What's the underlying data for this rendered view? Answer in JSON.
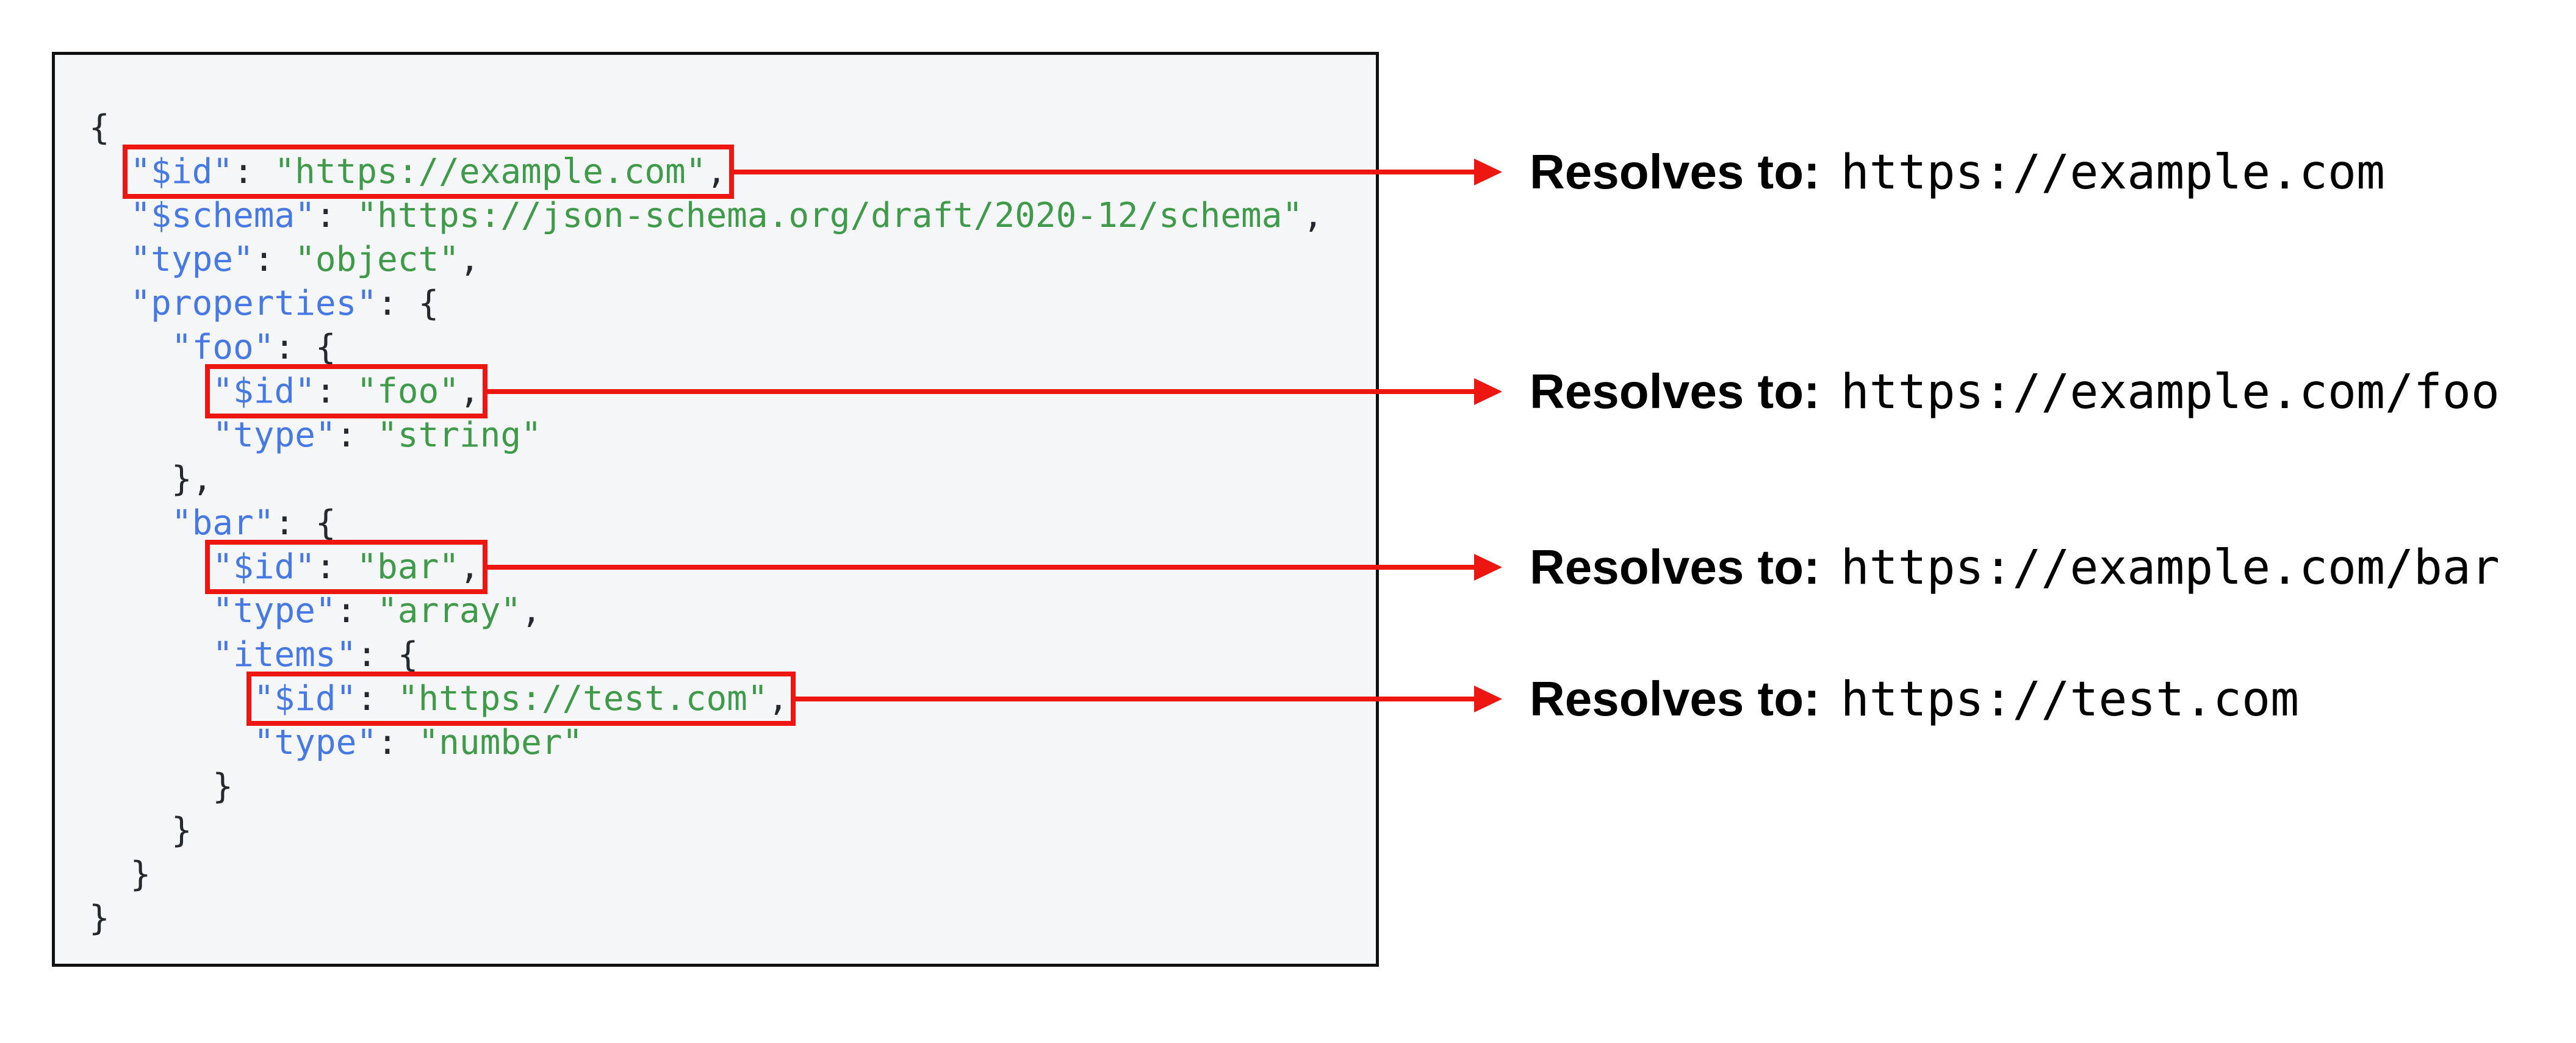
{
  "colors": {
    "key": "#4678e6",
    "string": "#3f9a4a",
    "punct": "#24292f",
    "red": "#ee1611",
    "panel_bg": "#f5f6f8",
    "panel_border": "#111111",
    "canvas_bg": "#ffffff",
    "label": "#000000"
  },
  "code_block": {
    "language": "json",
    "lines": [
      {
        "indent": 0,
        "boxed": false,
        "tokens": [
          {
            "c": "p",
            "v": "{"
          }
        ]
      },
      {
        "indent": 2,
        "boxed": true,
        "tokens": [
          {
            "c": "k",
            "v": "\"$id\""
          },
          {
            "c": "p",
            "v": ": "
          },
          {
            "c": "s",
            "v": "\"https://example.com\""
          },
          {
            "c": "p",
            "v": ","
          }
        ]
      },
      {
        "indent": 2,
        "boxed": false,
        "tokens": [
          {
            "c": "k",
            "v": "\"$schema\""
          },
          {
            "c": "p",
            "v": ": "
          },
          {
            "c": "s",
            "v": "\"https://json-schema.org/draft/2020-12/schema\""
          },
          {
            "c": "p",
            "v": ","
          }
        ]
      },
      {
        "indent": 2,
        "boxed": false,
        "tokens": [
          {
            "c": "k",
            "v": "\"type\""
          },
          {
            "c": "p",
            "v": ": "
          },
          {
            "c": "s",
            "v": "\"object\""
          },
          {
            "c": "p",
            "v": ","
          }
        ]
      },
      {
        "indent": 2,
        "boxed": false,
        "tokens": [
          {
            "c": "k",
            "v": "\"properties\""
          },
          {
            "c": "p",
            "v": ": {"
          }
        ]
      },
      {
        "indent": 4,
        "boxed": false,
        "tokens": [
          {
            "c": "k",
            "v": "\"foo\""
          },
          {
            "c": "p",
            "v": ": {"
          }
        ]
      },
      {
        "indent": 6,
        "boxed": true,
        "tokens": [
          {
            "c": "k",
            "v": "\"$id\""
          },
          {
            "c": "p",
            "v": ": "
          },
          {
            "c": "s",
            "v": "\"foo\""
          },
          {
            "c": "p",
            "v": ","
          }
        ]
      },
      {
        "indent": 6,
        "boxed": false,
        "tokens": [
          {
            "c": "k",
            "v": "\"type\""
          },
          {
            "c": "p",
            "v": ": "
          },
          {
            "c": "s",
            "v": "\"string\""
          }
        ]
      },
      {
        "indent": 4,
        "boxed": false,
        "tokens": [
          {
            "c": "p",
            "v": "},"
          }
        ]
      },
      {
        "indent": 4,
        "boxed": false,
        "tokens": [
          {
            "c": "k",
            "v": "\"bar\""
          },
          {
            "c": "p",
            "v": ": {"
          }
        ]
      },
      {
        "indent": 6,
        "boxed": true,
        "tokens": [
          {
            "c": "k",
            "v": "\"$id\""
          },
          {
            "c": "p",
            "v": ": "
          },
          {
            "c": "s",
            "v": "\"bar\""
          },
          {
            "c": "p",
            "v": ","
          }
        ]
      },
      {
        "indent": 6,
        "boxed": false,
        "tokens": [
          {
            "c": "k",
            "v": "\"type\""
          },
          {
            "c": "p",
            "v": ": "
          },
          {
            "c": "s",
            "v": "\"array\""
          },
          {
            "c": "p",
            "v": ","
          }
        ]
      },
      {
        "indent": 6,
        "boxed": false,
        "tokens": [
          {
            "c": "k",
            "v": "\"items\""
          },
          {
            "c": "p",
            "v": ": {"
          }
        ]
      },
      {
        "indent": 8,
        "boxed": true,
        "tokens": [
          {
            "c": "k",
            "v": "\"$id\""
          },
          {
            "c": "p",
            "v": ": "
          },
          {
            "c": "s",
            "v": "\"https://test.com\""
          },
          {
            "c": "p",
            "v": ","
          }
        ]
      },
      {
        "indent": 8,
        "boxed": false,
        "tokens": [
          {
            "c": "k",
            "v": "\"type\""
          },
          {
            "c": "p",
            "v": ": "
          },
          {
            "c": "s",
            "v": "\"number\""
          }
        ]
      },
      {
        "indent": 6,
        "boxed": false,
        "tokens": [
          {
            "c": "p",
            "v": "}"
          }
        ]
      },
      {
        "indent": 4,
        "boxed": false,
        "tokens": [
          {
            "c": "p",
            "v": "}"
          }
        ]
      },
      {
        "indent": 2,
        "boxed": false,
        "tokens": [
          {
            "c": "p",
            "v": "}"
          }
        ]
      },
      {
        "indent": 0,
        "boxed": false,
        "tokens": [
          {
            "c": "p",
            "v": "}"
          }
        ]
      }
    ]
  },
  "annotations": [
    {
      "label": "Resolves to:",
      "url": "https://example.com"
    },
    {
      "label": "Resolves to:",
      "url": "https://example.com/foo"
    },
    {
      "label": "Resolves to:",
      "url": "https://example.com/bar"
    },
    {
      "label": "Resolves to:",
      "url": "https://test.com"
    }
  ]
}
